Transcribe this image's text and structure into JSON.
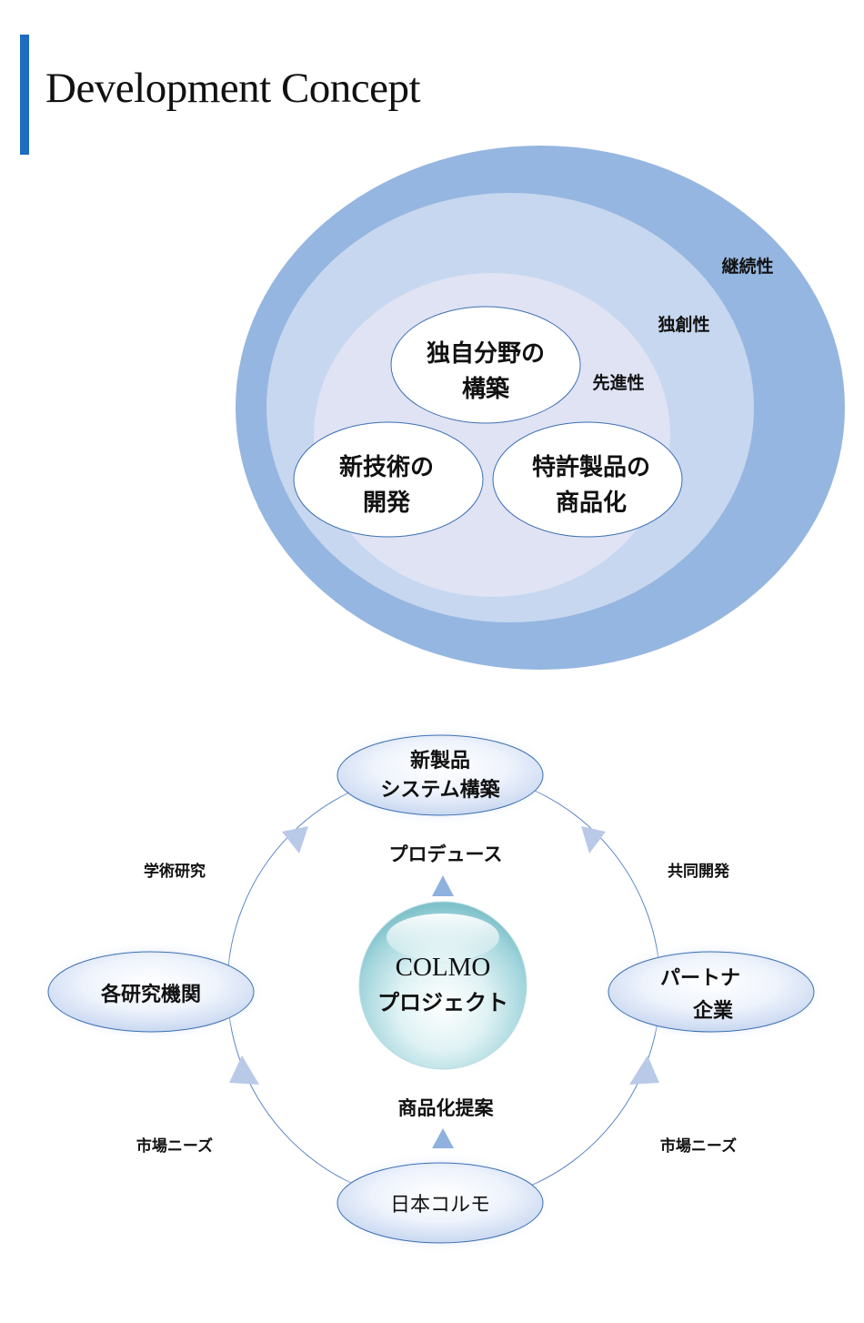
{
  "title": "Development Concept",
  "concept": {
    "rings": [
      "継続性",
      "独創性",
      "先進性"
    ],
    "pillars": [
      [
        "独自分野の",
        "構築"
      ],
      [
        "新技術の",
        "開発"
      ],
      [
        "特許製品の",
        "商品化"
      ]
    ]
  },
  "cycle": {
    "top_node": [
      "新製品",
      "システム構築"
    ],
    "left_node": "各研究機関",
    "right_node": [
      "パートナ",
      "企業"
    ],
    "bottom_node": "日本コルモ",
    "center": [
      "COLMO",
      "プロジェクト"
    ],
    "produce_label": "プロデュース",
    "proposal_label": "商品化提案",
    "academic_label": "学術研究",
    "joint_label": "共同開発",
    "market_left_label": "市場ニーズ",
    "market_right_label": "市場ニーズ"
  },
  "colors": {
    "accent": "#1d6cbf",
    "outer_ring": "#95b6e0",
    "middle_ring": "#c6d7ef",
    "inner_ring": "#dfe3f4",
    "node_fill": "#dfe8f8",
    "arrow": "#b9c9e8"
  }
}
